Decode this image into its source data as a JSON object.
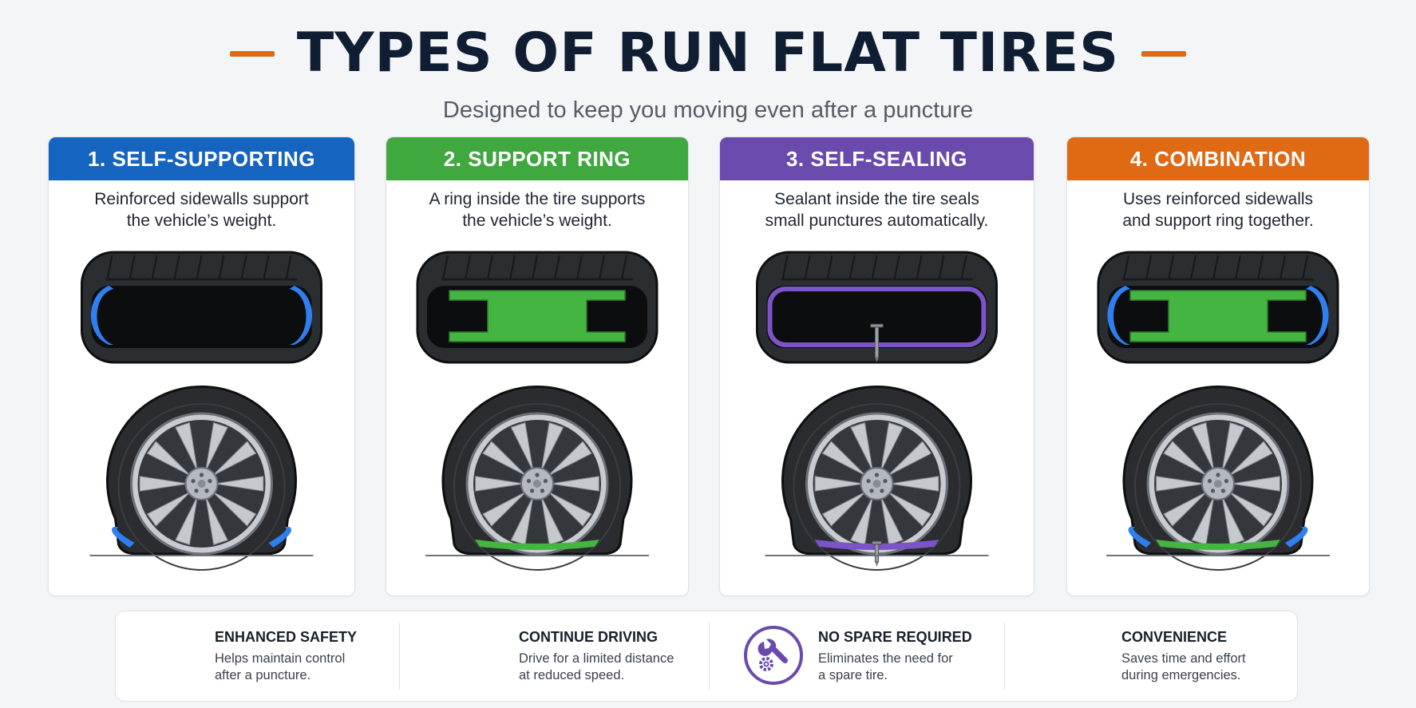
{
  "header": {
    "title": "TYPES OF RUN FLAT TIRES",
    "subtitle": "Designed to keep you moving even after a puncture",
    "accent_color": "#e06a14"
  },
  "cards": [
    {
      "heading": "1. SELF-SUPPORTING",
      "desc_line1": "Reinforced sidewalls support",
      "desc_line2": "the vehicle’s weight.",
      "color": "#1565c0",
      "highlight": "#2f7ff0",
      "feature": "reinforced-sidewalls"
    },
    {
      "heading": "2. SUPPORT RING",
      "desc_line1": "A ring inside the tire supports",
      "desc_line2": "the vehicle’s weight.",
      "color": "#3fa83f",
      "highlight": "#45b542",
      "feature": "support-ring"
    },
    {
      "heading": "3. SELF-SEALING",
      "desc_line1": "Sealant inside the tire seals",
      "desc_line2": "small punctures automatically.",
      "color": "#6a4aad",
      "highlight": "#7b54c8",
      "feature": "sealant-with-nail"
    },
    {
      "heading": "4. COMBINATION",
      "desc_line1": "Uses reinforced sidewalls",
      "desc_line2": "and support ring together.",
      "color": "#e06a14",
      "highlight": "#2f7ff0",
      "feature": "sidewalls-and-ring"
    }
  ],
  "features": [
    {
      "title": "ENHANCED SAFETY",
      "line1": "Helps maintain control",
      "line2": "after a puncture."
    },
    {
      "title": "CONTINUE DRIVING",
      "line1": "Drive for a limited distance",
      "line2": "at reduced speed."
    },
    {
      "title": "NO SPARE REQUIRED",
      "line1": "Eliminates the need for",
      "line2": "a spare tire.",
      "icon": "wrench-gear-icon",
      "icon_color": "#6a4aad"
    },
    {
      "title": "CONVENIENCE",
      "line1": "Saves time and effort",
      "line2": "during emergencies."
    }
  ]
}
